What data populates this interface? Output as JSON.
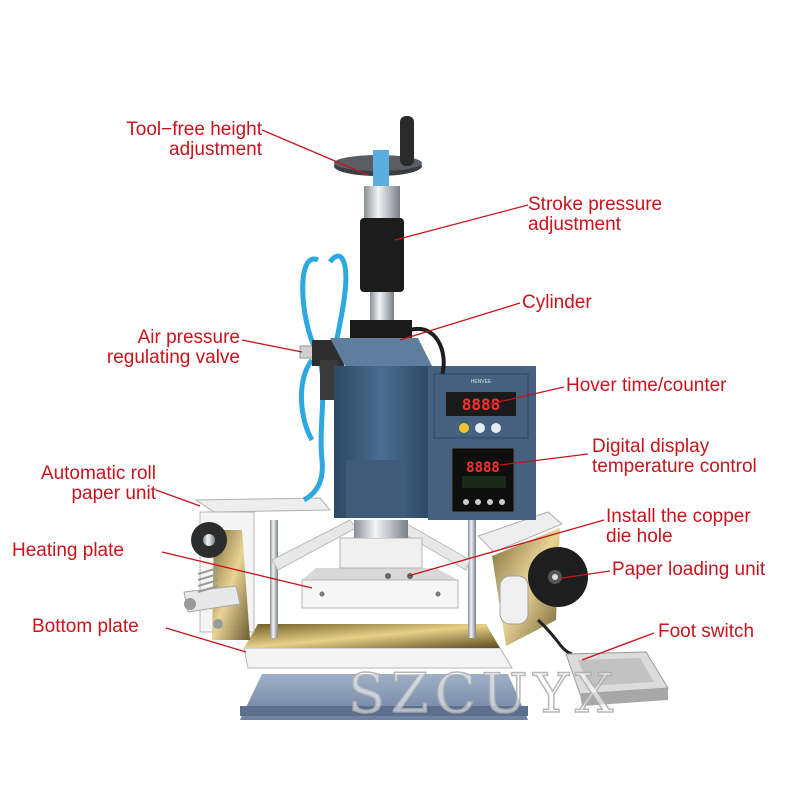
{
  "labels": {
    "tool_free": [
      "Tool−free height",
      "adjustment"
    ],
    "stroke": [
      "Stroke pressure",
      "adjustment"
    ],
    "cylinder": "Cylinder",
    "air": [
      "Air pressure",
      "regulating valve"
    ],
    "hover": "Hover time/counter",
    "digital": [
      "Digital display",
      "temperature control"
    ],
    "auto_roll": [
      "Automatic roll",
      "paper unit"
    ],
    "copper": [
      "Install the copper",
      "die hole"
    ],
    "heating": "Heating plate",
    "paper_loading": "Paper loading unit",
    "bottom": "Bottom plate",
    "foot": "Foot switch"
  },
  "brand": "HENVEE",
  "display": {
    "hover_digits": "8888",
    "temp_digits": "8888"
  },
  "watermark": "SZCUYX",
  "colors": {
    "label": "#c8141c",
    "housing": "#3e5c7a",
    "tube": "#2ea8e0"
  }
}
